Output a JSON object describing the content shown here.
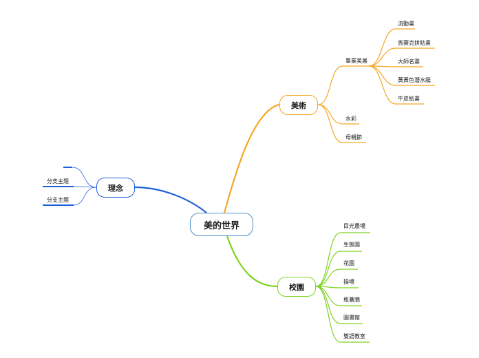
{
  "root": {
    "label": "美的世界"
  },
  "branches": {
    "art": {
      "label": "美術",
      "color": "#f5a623",
      "children": [
        {
          "label": "畢業美展",
          "children": [
            "流動畫",
            "馬賽克拼貼畫",
            "大師名畫",
            "黃黃色潛水艇",
            "牛皮紙畫"
          ]
        },
        {
          "label": "水彩"
        },
        {
          "label": "母親節"
        }
      ]
    },
    "idea": {
      "label": "理念",
      "color": "#1e5fd9",
      "children": [
        "",
        "分支主題",
        "分支主題"
      ]
    },
    "school": {
      "label": "校園",
      "color": "#7ed321",
      "children": [
        "目光農場",
        "生態園",
        "花園",
        "操場",
        "瓶蓋牆",
        "圖書館",
        "雙語教室"
      ]
    }
  }
}
